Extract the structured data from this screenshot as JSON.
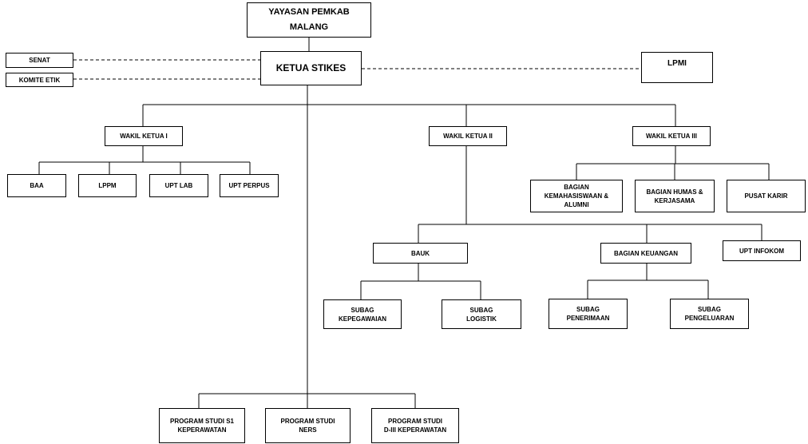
{
  "nodes": {
    "yayasan": "YAYASAN PEMKAB\nMALANG",
    "ketua": "KETUA STIKES",
    "senat": "SENAT",
    "komite_etik": "KOMITE ETIK",
    "lpmi": "LPMI",
    "wakil_ketua_1": "WAKIL KETUA I",
    "wakil_ketua_2": "WAKIL KETUA II",
    "wakil_ketua_3": "WAKIL KETUA III",
    "baa": "BAA",
    "lppm": "LPPM",
    "upt_lab": "UPT LAB",
    "upt_perpus": "UPT PERPUS",
    "bagian_kemahasiswaan": "BAGIAN\nKEMAHASISWAAN &\nALUMNI",
    "bagian_humas": "BAGIAN HUMAS &\nKERJASAMA",
    "pusat_karir": "PUSAT KARIR",
    "bauk": "BAUK",
    "bagian_keuangan": "BAGIAN KEUANGAN",
    "upt_infokom": "UPT INFOKOM",
    "subag_kepegawaian": "SUBAG\nKEPEGAWAIAN",
    "subag_logistik": "SUBAG\nLOGISTIK",
    "subag_penerimaan": "SUBAG\nPENERIMAAN",
    "subag_pengeluaran": "SUBAG\nPENGELUARAN",
    "prodi_s1": "PROGRAM STUDI S1\nKEPERAWATAN",
    "prodi_ners": "PROGRAM STUDI\nNERS",
    "prodi_d3": "PROGRAM STUDI\nD-III KEPERAWATAN"
  }
}
